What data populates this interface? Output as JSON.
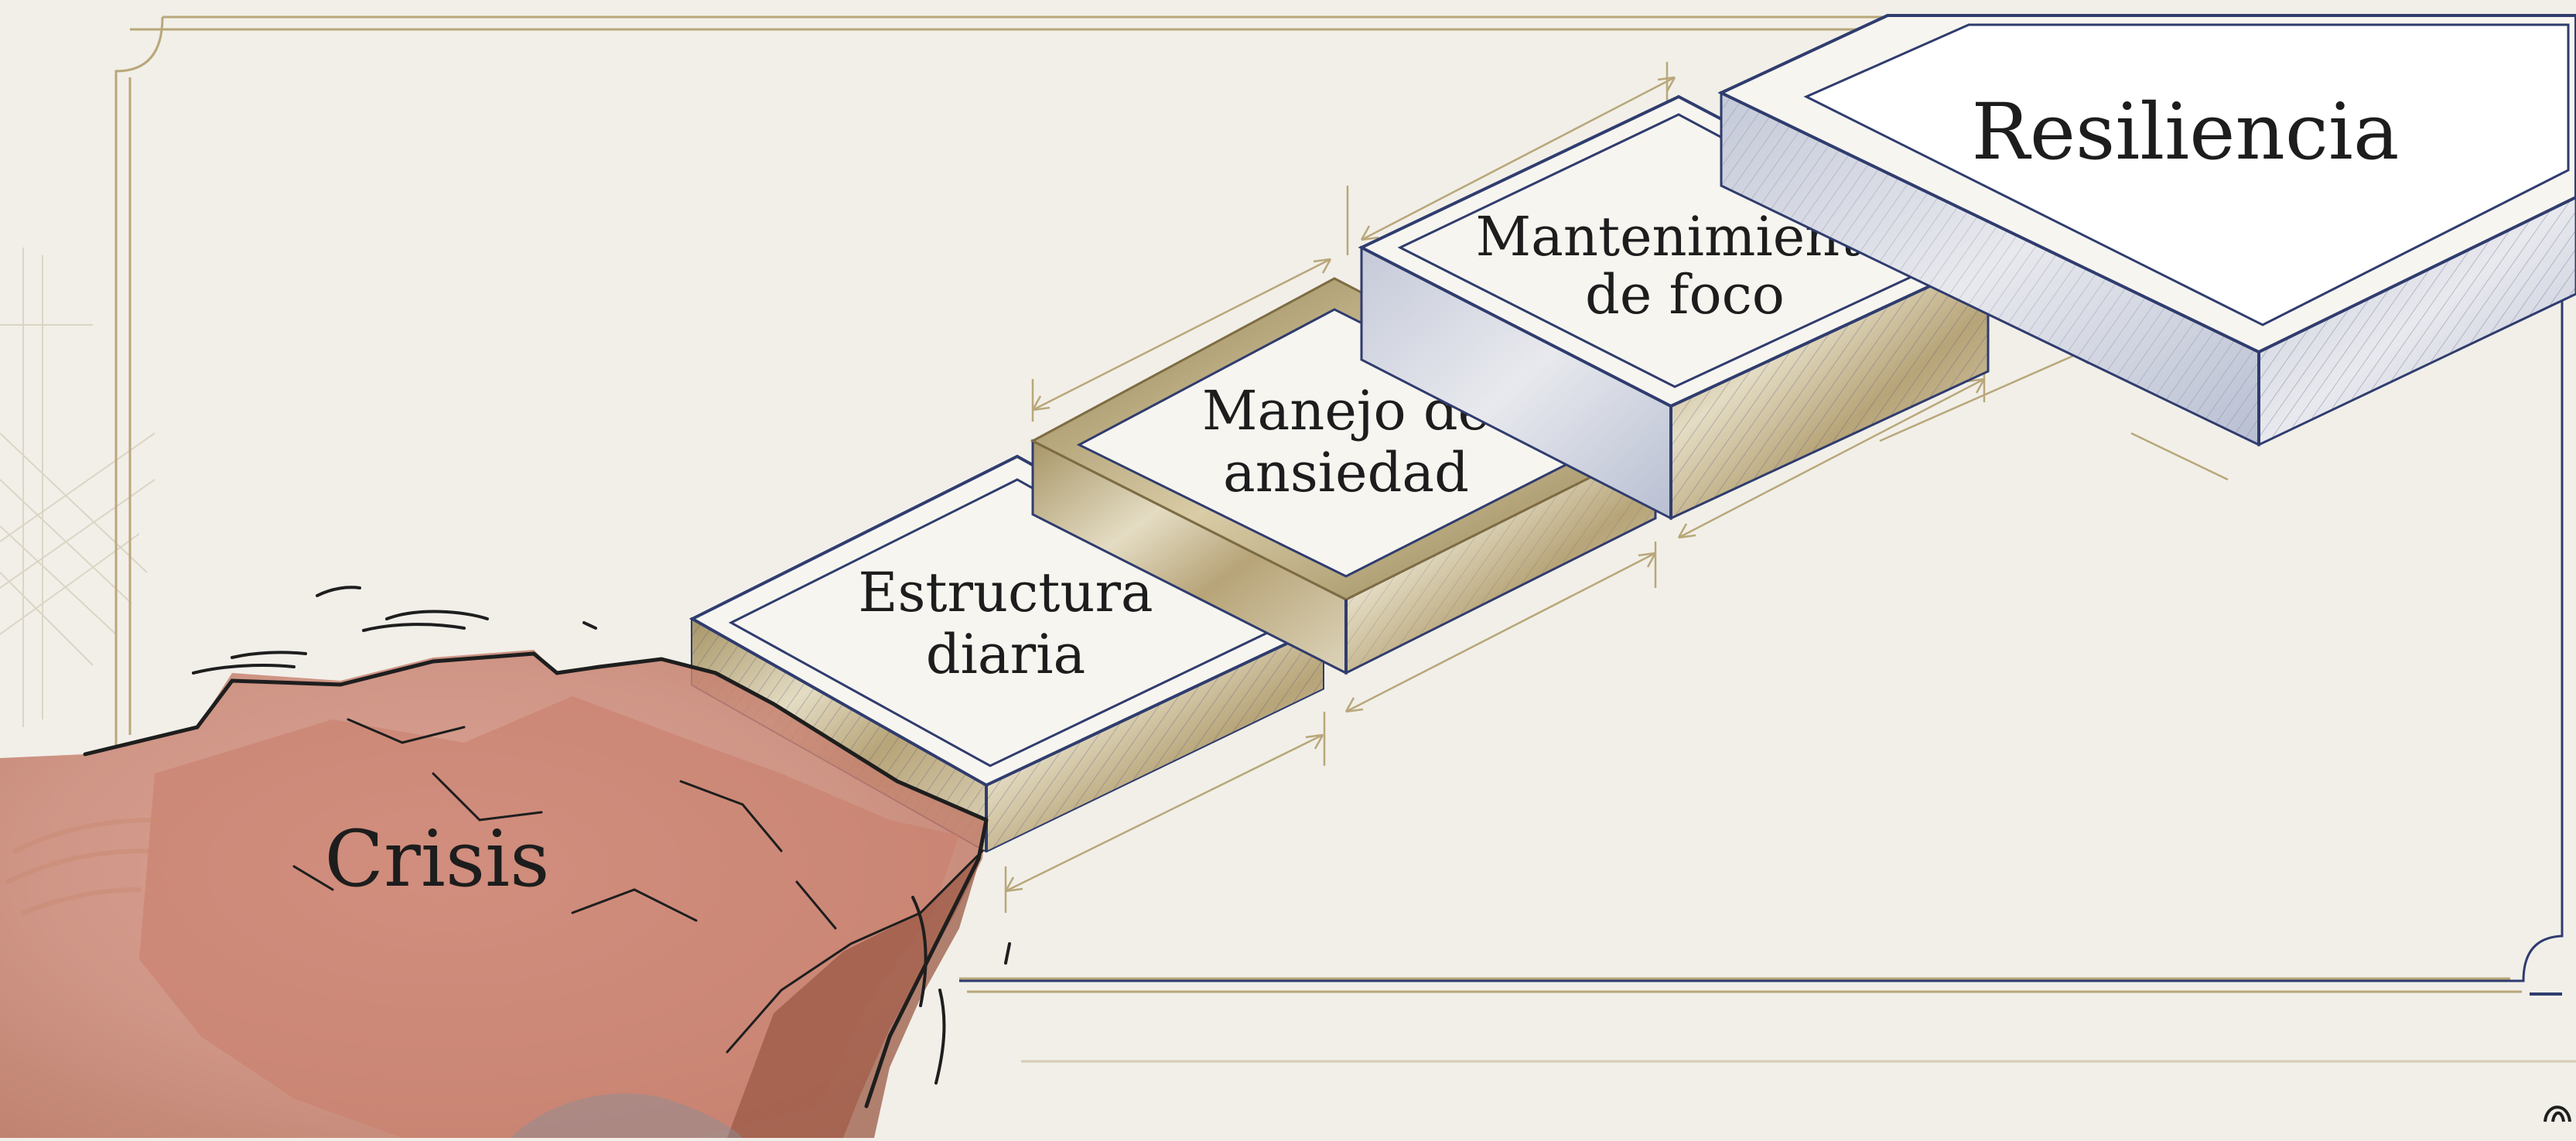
{
  "labels": {
    "crisis": "Crisis",
    "step1_line1": "Estructura",
    "step1_line2": "diaria",
    "step2_line1": "Manejo de",
    "step2_line2": "ansiedad",
    "step3_line1": "Mantenimiento",
    "step3_line2": "de foco",
    "resilience": "Resiliencia"
  },
  "colors": {
    "background": "#f1efe8",
    "navy": "#2f3c6e",
    "gold": "#b9a77a",
    "rock": "#c98b73"
  }
}
